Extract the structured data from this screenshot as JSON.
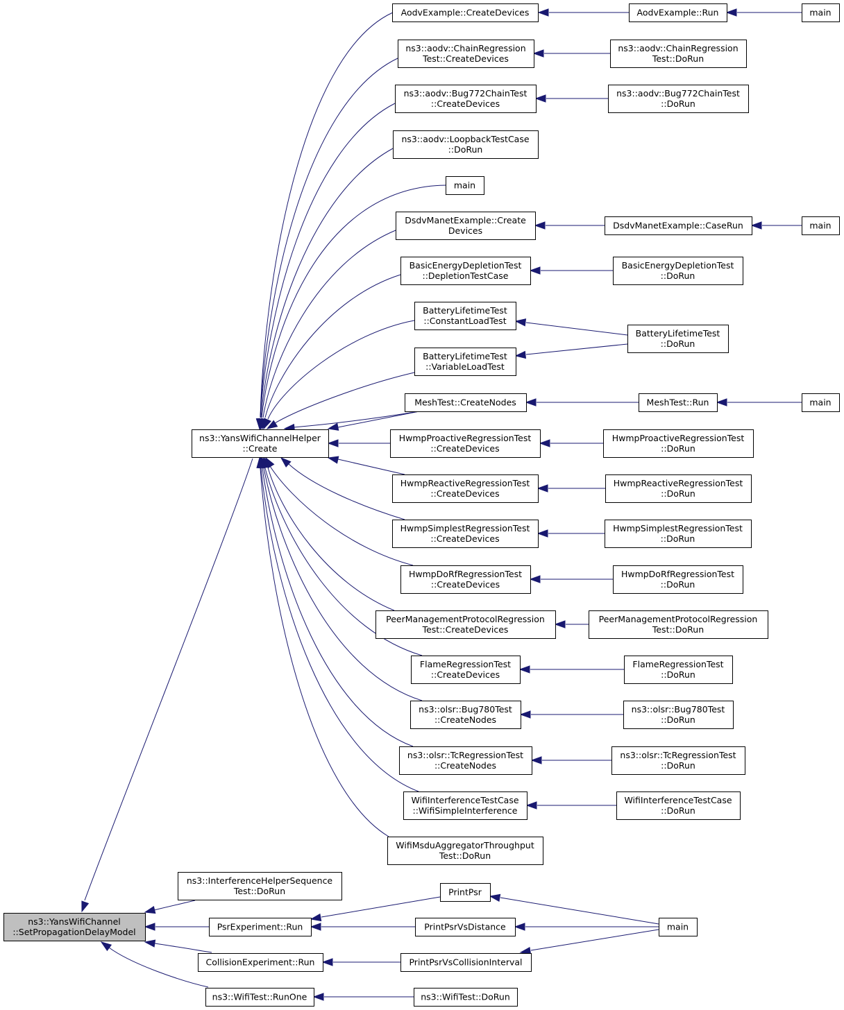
{
  "colors": {
    "edge": "#191970",
    "root_fill": "#bfbfbf",
    "node_fill": "#ffffff",
    "border": "#000000"
  },
  "nodes": {
    "root": [
      "ns3::YansWifiChannel",
      "::SetPropagationDelayModel"
    ],
    "create": [
      "ns3::YansWifiChannelHelper",
      "::Create"
    ],
    "aodvCreateDevices": [
      "AodvExample::CreateDevices"
    ],
    "aodvRun": [
      "AodvExample::Run"
    ],
    "main1": [
      "main"
    ],
    "chainCreate": [
      "ns3::aodv::ChainRegression",
      "Test::CreateDevices"
    ],
    "chainDoRun": [
      "ns3::aodv::ChainRegression",
      "Test::DoRun"
    ],
    "bug772Create": [
      "ns3::aodv::Bug772ChainTest",
      "::CreateDevices"
    ],
    "bug772DoRun": [
      "ns3::aodv::Bug772ChainTest",
      "::DoRun"
    ],
    "loopback": [
      "ns3::aodv::LoopbackTestCase",
      "::DoRun"
    ],
    "main2": [
      "main"
    ],
    "dsdvCreate": [
      "DsdvManetExample::Create",
      "Devices"
    ],
    "dsdvCaseRun": [
      "DsdvManetExample::CaseRun"
    ],
    "main3": [
      "main"
    ],
    "basicDepletion": [
      "BasicEnergyDepletionTest",
      "::DepletionTestCase"
    ],
    "basicDoRun": [
      "BasicEnergyDepletionTest",
      "::DoRun"
    ],
    "batteryConstant": [
      "BatteryLifetimeTest",
      "::ConstantLoadTest"
    ],
    "batteryVariable": [
      "BatteryLifetimeTest",
      "::VariableLoadTest"
    ],
    "batteryDoRun": [
      "BatteryLifetimeTest",
      "::DoRun"
    ],
    "meshCreate": [
      "MeshTest::CreateNodes"
    ],
    "meshRun": [
      "MeshTest::Run"
    ],
    "main4": [
      "main"
    ],
    "hwmpProCreate": [
      "HwmpProactiveRegressionTest",
      "::CreateDevices"
    ],
    "hwmpProDoRun": [
      "HwmpProactiveRegressionTest",
      "::DoRun"
    ],
    "hwmpReCreate": [
      "HwmpReactiveRegressionTest",
      "::CreateDevices"
    ],
    "hwmpReDoRun": [
      "HwmpReactiveRegressionTest",
      "::DoRun"
    ],
    "hwmpSiCreate": [
      "HwmpSimplestRegressionTest",
      "::CreateDevices"
    ],
    "hwmpSiDoRun": [
      "HwmpSimplestRegressionTest",
      "::DoRun"
    ],
    "hwmpDoRfCreate": [
      "HwmpDoRfRegressionTest",
      "::CreateDevices"
    ],
    "hwmpDoRfDoRun": [
      "HwmpDoRfRegressionTest",
      "::DoRun"
    ],
    "peerCreate": [
      "PeerManagementProtocolRegression",
      "Test::CreateDevices"
    ],
    "peerDoRun": [
      "PeerManagementProtocolRegression",
      "Test::DoRun"
    ],
    "flameCreate": [
      "FlameRegressionTest",
      "::CreateDevices"
    ],
    "flameDoRun": [
      "FlameRegressionTest",
      "::DoRun"
    ],
    "olsrBugCreate": [
      "ns3::olsr::Bug780Test",
      "::CreateNodes"
    ],
    "olsrBugDoRun": [
      "ns3::olsr::Bug780Test",
      "::DoRun"
    ],
    "olsrTcCreate": [
      "ns3::olsr::TcRegressionTest",
      "::CreateNodes"
    ],
    "olsrTcDoRun": [
      "ns3::olsr::TcRegressionTest",
      "::DoRun"
    ],
    "wifiIntSimple": [
      "WifiInterferenceTestCase",
      "::WifiSimpleInterference"
    ],
    "wifiIntDoRun": [
      "WifiInterferenceTestCase",
      "::DoRun"
    ],
    "msdu": [
      "WifiMsduAggregatorThroughput",
      "Test::DoRun"
    ],
    "ihsDoRun": [
      "ns3::InterferenceHelperSequence",
      "Test::DoRun"
    ],
    "psrRun": [
      "PsrExperiment::Run"
    ],
    "printPsr": [
      "PrintPsr"
    ],
    "printPsrDist": [
      "PrintPsrVsDistance"
    ],
    "main5": [
      "main"
    ],
    "collRun": [
      "CollisionExperiment::Run"
    ],
    "printPsrColl": [
      "PrintPsrVsCollisionInterval"
    ],
    "wifiRunOne": [
      "ns3::WifiTest::RunOne"
    ],
    "wifiDoRun": [
      "ns3::WifiTest::DoRun"
    ]
  }
}
